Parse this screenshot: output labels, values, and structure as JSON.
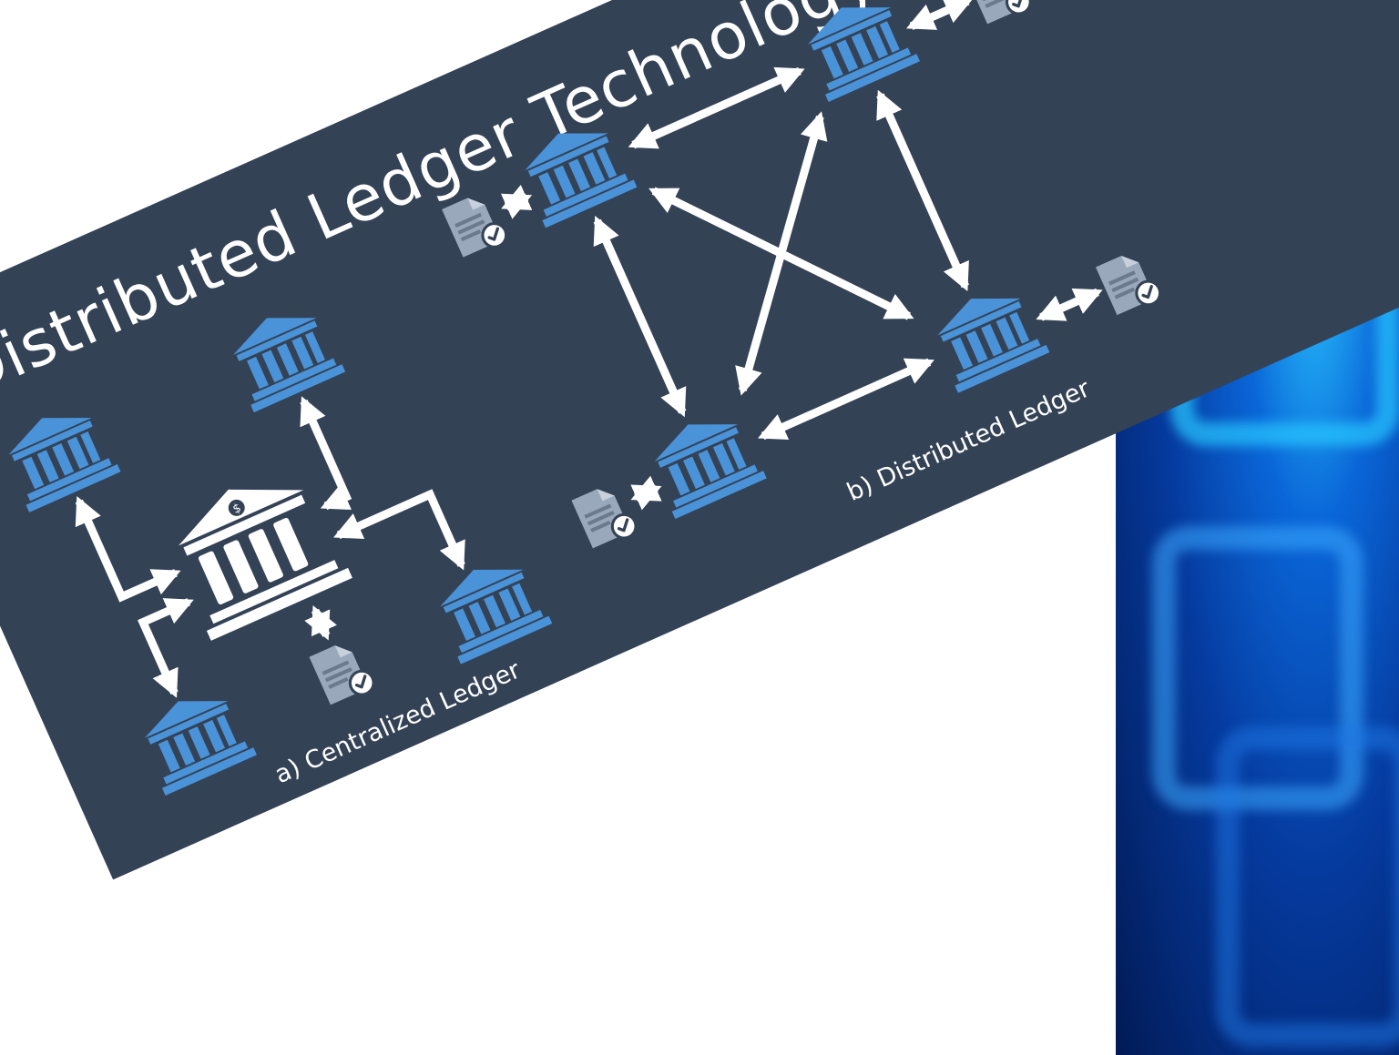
{
  "diagram": {
    "title": "Distributed Ledger Technology",
    "centralized_caption": "a) Centralized Ledger",
    "distributed_caption": "b) Distributed Ledger",
    "colors": {
      "banner": "#344256",
      "bank_blue": "#4a93d8",
      "central_bank": "#ffffff",
      "arrow": "#ffffff",
      "document": "#9aa8bb",
      "check_badge": "#ffffff"
    },
    "icons": {
      "bank": "bank-icon",
      "central_bank": "central-bank-icon",
      "document": "document-check-icon"
    }
  }
}
